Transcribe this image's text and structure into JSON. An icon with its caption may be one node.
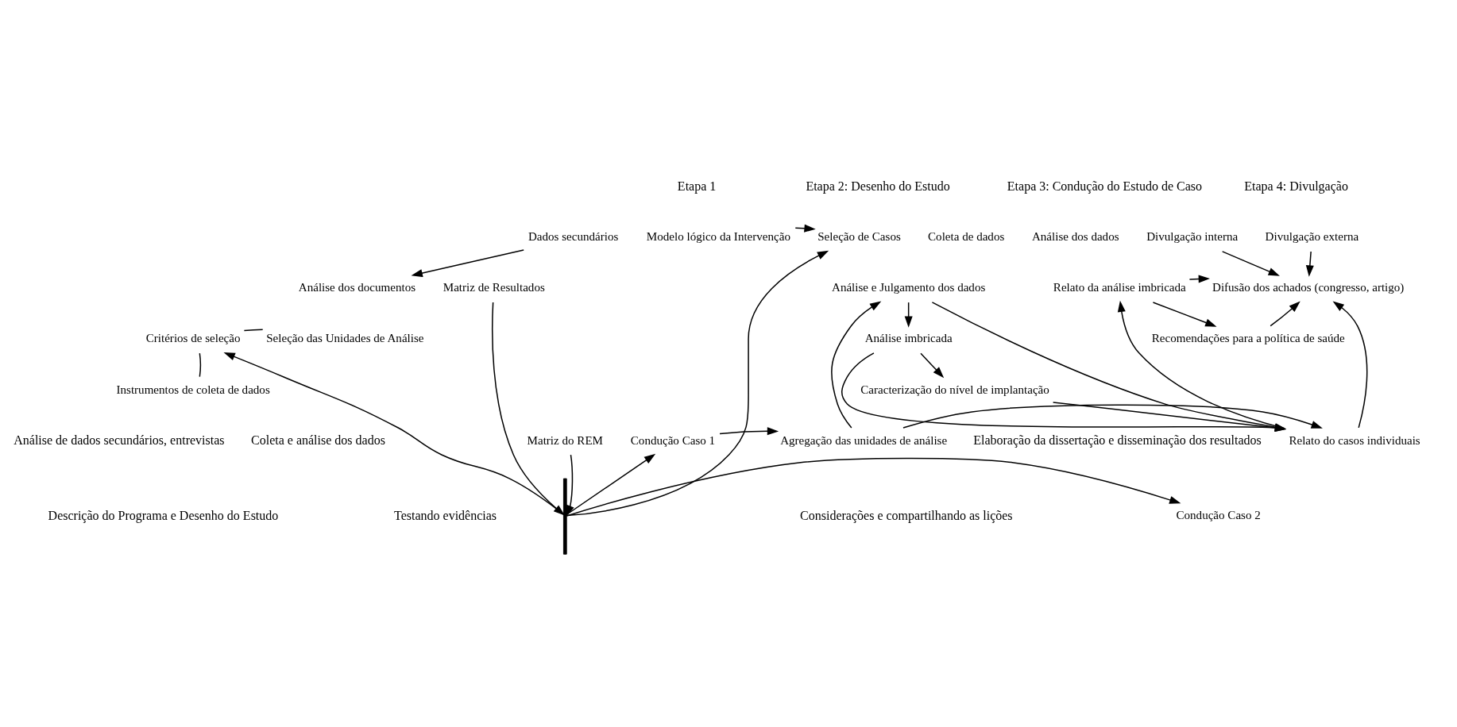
{
  "diagram": {
    "nodes": [
      {
        "text": [
          "Dados secundários"
        ]
      },
      {
        "text": [
          "Análise dos documentos"
        ]
      },
      {
        "text": [
          "Modelo lógico da Intervenção"
        ]
      },
      {
        "text": [
          "Seleção de Casos"
        ]
      },
      {
        "text": [
          "Matriz do REM"
        ]
      },
      {
        "text": [
          "Matriz de Resultados"
        ]
      },
      {
        "text": [
          "Critérios de seleção"
        ]
      },
      {
        "text": [
          "Seleção das Unidades de Análise"
        ]
      },
      {
        "text": [
          "Instrumentos de coleta de dados"
        ]
      },
      {
        "text": [
          "Coleta de dados"
        ]
      },
      {
        "text": [
          "Análise dos dados"
        ]
      },
      {
        "text": [
          "Condução Caso 1"
        ]
      },
      {
        "text": [
          "Condução Caso 2"
        ]
      },
      {
        "text": [
          "Agregação das unidades de análise"
        ]
      },
      {
        "text": [
          "Análise e Julgamento dos dados"
        ]
      },
      {
        "text": [
          "Análise imbricada"
        ]
      },
      {
        "text": [
          "Caracterização do nível de implantação"
        ]
      },
      {
        "text": [
          "Relato do casos individuais"
        ]
      },
      {
        "text": [
          "Relato da análise imbricada"
        ]
      },
      {
        "text": [
          "Recomendações para a política de saúde"
        ]
      },
      {
        "text": [
          "Divulgação interna"
        ]
      },
      {
        "text": [
          "Divulgação externa"
        ]
      },
      {
        "text": [
          "Difusão dos achados (congresso, artigo)"
        ]
      },
      {
        "text": [],
        "shape": "bar"
      }
    ],
    "edges": [
      {
        "from": 0,
        "to": 1,
        "arrow": "to"
      },
      {
        "from": 2,
        "to": 3,
        "arrow": "to"
      },
      {
        "from": 4,
        "to": 23,
        "arrow": "to"
      },
      {
        "from": 5,
        "to": 23,
        "arrow": "to"
      },
      {
        "from": 23,
        "to": 3,
        "arrow": "to"
      },
      {
        "from": 23,
        "to": 6,
        "arrow": "to"
      },
      {
        "from": 23,
        "to": 11,
        "arrow": "to"
      },
      {
        "from": 23,
        "to": 12,
        "arrow": "to"
      },
      {
        "from": 6,
        "to": 7,
        "arrow": "none"
      },
      {
        "from": 6,
        "to": 8,
        "arrow": "none"
      },
      {
        "from": 11,
        "to": 13,
        "arrow": "to"
      },
      {
        "from": 13,
        "to": 14,
        "arrow": "to"
      },
      {
        "from": 14,
        "to": 15,
        "arrow": "to"
      },
      {
        "from": 15,
        "to": 16,
        "arrow": "to"
      },
      {
        "from": 13,
        "to": 17,
        "arrow": "to"
      },
      {
        "from": 14,
        "to": 17,
        "arrow": "to"
      },
      {
        "from": 15,
        "to": 17,
        "arrow": "to"
      },
      {
        "from": 16,
        "to": 17,
        "arrow": "to"
      },
      {
        "from": 17,
        "to": 18,
        "arrow": "to"
      },
      {
        "from": 18,
        "to": 19,
        "arrow": "to"
      },
      {
        "from": 17,
        "to": 22,
        "arrow": "to"
      },
      {
        "from": 18,
        "to": 22,
        "arrow": "to"
      },
      {
        "from": 19,
        "to": 22,
        "arrow": "to"
      },
      {
        "from": 20,
        "to": 22,
        "arrow": "to"
      },
      {
        "from": 21,
        "to": 22,
        "arrow": "to"
      }
    ],
    "labels": [
      "Etapa 1",
      "Etapa 2: Desenho do Estudo",
      "Etapa 3: Condução do Estudo de Caso",
      "Etapa 4: Divulgação",
      "Análise de dados secundários, entrevistas",
      "Coleta e análise dos dados",
      "Elaboração da dissertação e disseminação dos resultados",
      "Descrição do Programa e Desenho do Estudo",
      "Testando evidências",
      "Considerações e compartilhando as lições"
    ]
  }
}
